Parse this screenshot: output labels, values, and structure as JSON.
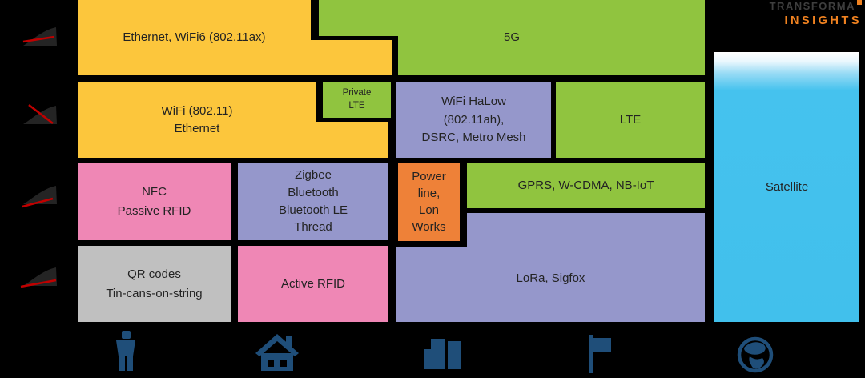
{
  "blocks": {
    "ethernet_wifi6": {
      "label": "Ethernet, WiFi6 (802.11ax)",
      "color": "#FCC63C"
    },
    "five_g": {
      "label": "5G",
      "color": "#90C43F"
    },
    "wifi_ethernet": {
      "label": "WiFi (802.11)\nEthernet",
      "color": "#FCC63C"
    },
    "private_lte": {
      "label": "Private\nLTE",
      "color": "#90C43F"
    },
    "wifi_halow": {
      "label": "WiFi HaLow\n(802.11ah),\nDSRC, Metro Mesh",
      "color": "#9597CB"
    },
    "lte": {
      "label": "LTE",
      "color": "#90C43F"
    },
    "nfc": {
      "label": "NFC\nPassive RFID",
      "color": "#EF87B5"
    },
    "zigbee": {
      "label": "Zigbee\nBluetooth\nBluetooth LE\nThread",
      "color": "#9597CB"
    },
    "powerline": {
      "label": "Power\nline,\nLon\nWorks",
      "color": "#EE8138"
    },
    "gprs": {
      "label": "GPRS, W-CDMA, NB-IoT",
      "color": "#90C43F"
    },
    "qr_codes": {
      "label": "QR codes\nTin-cans-on-string",
      "color": "#C0C0C0"
    },
    "active_rfid": {
      "label": "Active RFID",
      "color": "#EF87B5"
    },
    "lora": {
      "label": "LoRa, Sigfox",
      "color": "#9597CB"
    },
    "satellite": {
      "label": "Satellite",
      "color": "#45C2EE"
    }
  },
  "logo": {
    "line1": "TRANSFORMA",
    "line2": "INSIGHTS",
    "line1_color": "#3E3E3E",
    "line2_color": "#F08220",
    "mark_color": "#F08220"
  },
  "left_axis_icons": [
    "gauge-row1",
    "gauge-row2",
    "gauge-row3",
    "gauge-row4"
  ],
  "bottom_axis_icons": [
    "person",
    "home",
    "city",
    "flag",
    "globe"
  ],
  "colors": {
    "background": "#000000",
    "yellow": "#FCC63C",
    "green": "#90C43F",
    "purple": "#9597CB",
    "pink": "#EF87B5",
    "orange": "#EE8138",
    "gray": "#C0C0C0",
    "satellite_blue": "#45C2EE",
    "axis_icon_navy": "#1F4E79",
    "gauge_needle_red": "#C00000",
    "text": "#232323"
  }
}
